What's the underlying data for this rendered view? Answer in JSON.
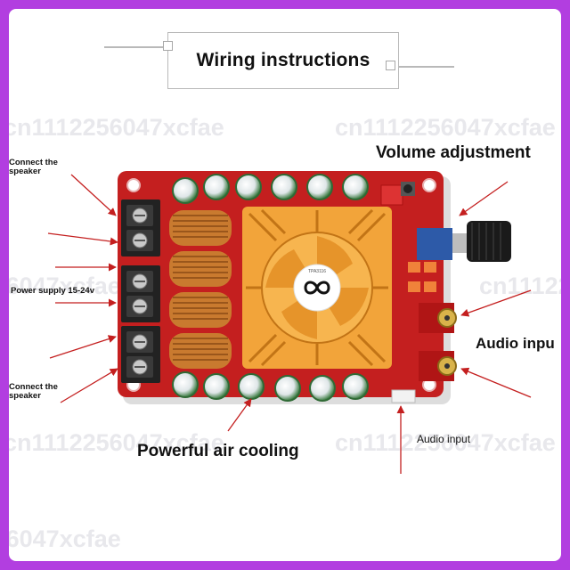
{
  "title": "Wiring instructions",
  "watermark": "cn1112256047xcfae",
  "labels": {
    "connect_speaker_top": "Connect the\nspeaker",
    "power_supply": "Power supply 15-24v",
    "connect_speaker_bottom": "Connect the\nspeaker",
    "volume_adjustment": "Volume adjustment",
    "audio_input_right": "Audio inpu",
    "audio_input_bottom": "Audio input",
    "air_cooling": "Powerful air cooling"
  },
  "chip_label": "TPA3116",
  "colors": {
    "frame": "#b23ee0",
    "pcb": "#c41f1f",
    "heatsink": "#f2a43a",
    "arrow": "#c41f1f"
  }
}
